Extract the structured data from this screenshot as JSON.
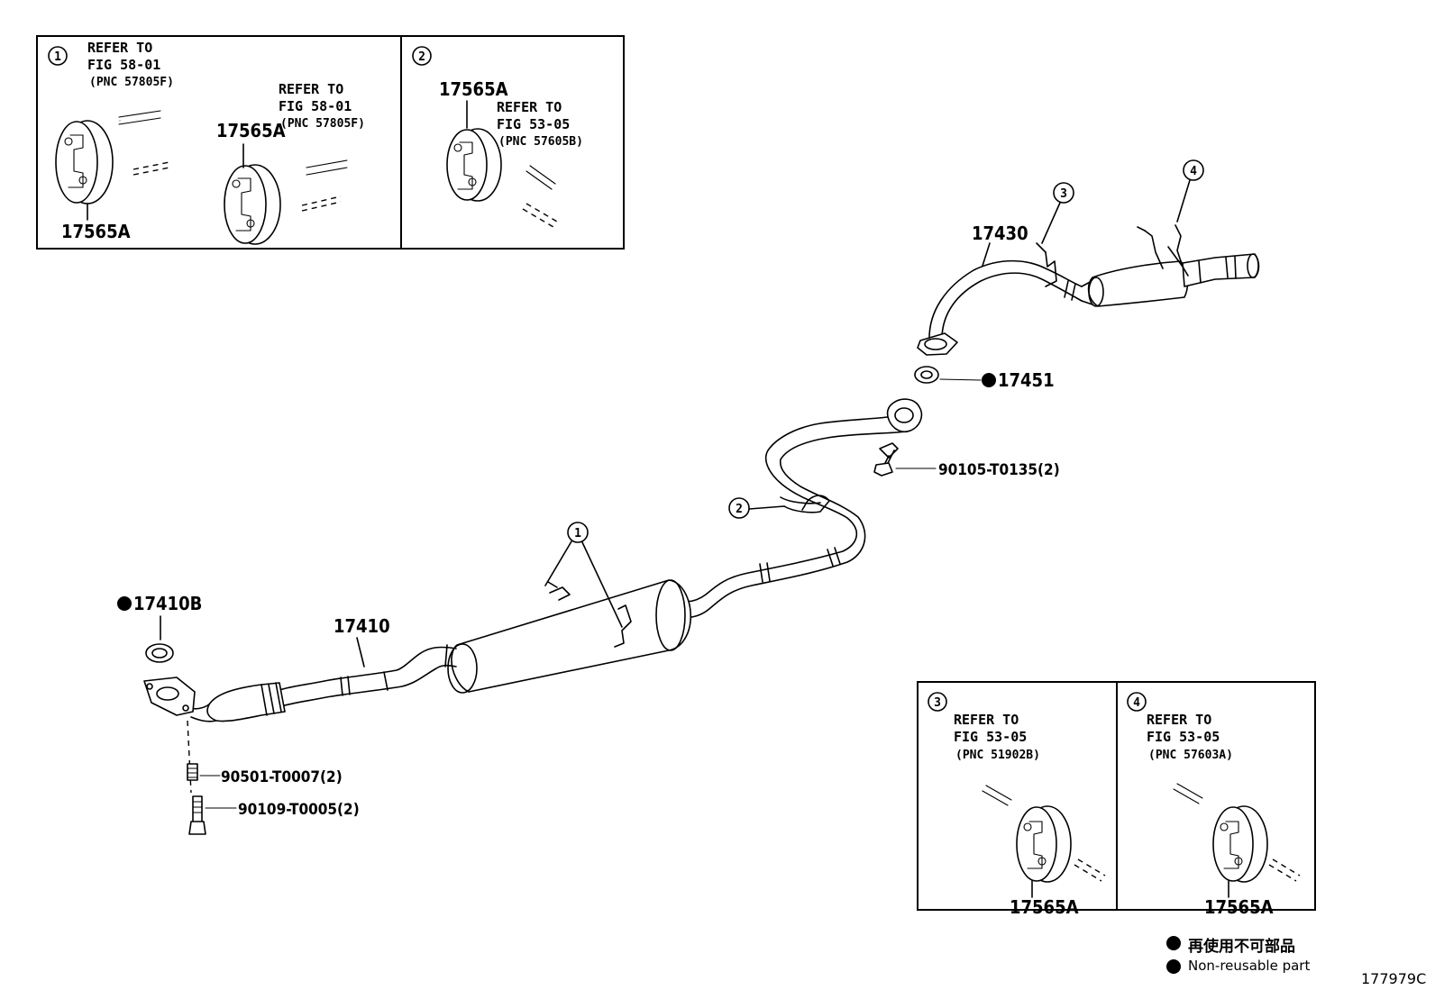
{
  "detail_boxes": {
    "d1": {
      "number": "1",
      "refer_a": {
        "line1": "REFER TO",
        "line2": "FIG 58-01",
        "line3": "(PNC 57805F)"
      },
      "refer_b": {
        "line1": "REFER TO",
        "line2": "FIG 58-01",
        "line3": "(PNC 57805F)"
      },
      "part_left": "17565A",
      "part_right": "17565A"
    },
    "d2": {
      "number": "2",
      "refer": {
        "line1": "REFER TO",
        "line2": "FIG 53-05",
        "line3": "(PNC 57605B)"
      },
      "part": "17565A"
    },
    "d3": {
      "number": "3",
      "refer": {
        "line1": "REFER TO",
        "line2": "FIG 53-05",
        "line3": "(PNC 51902B)"
      },
      "part": "17565A"
    },
    "d4": {
      "number": "4",
      "refer": {
        "line1": "REFER TO",
        "line2": "FIG 53-05",
        "line3": "(PNC 57603A)"
      },
      "part": "17565A"
    }
  },
  "parts": {
    "p17430": "17430",
    "p17451": "17451",
    "p90105": "90105-T0135(2)",
    "p17410B": "17410B",
    "p17410": "17410",
    "p90501": "90501-T0007(2)",
    "p90109": "90109-T0005(2)"
  },
  "callouts": {
    "c1": "1",
    "c2": "2",
    "c3": "3",
    "c4": "4"
  },
  "legend": {
    "jp": "再使用不可部品",
    "en": "Non-reusable part"
  },
  "figure_id": "177979C"
}
